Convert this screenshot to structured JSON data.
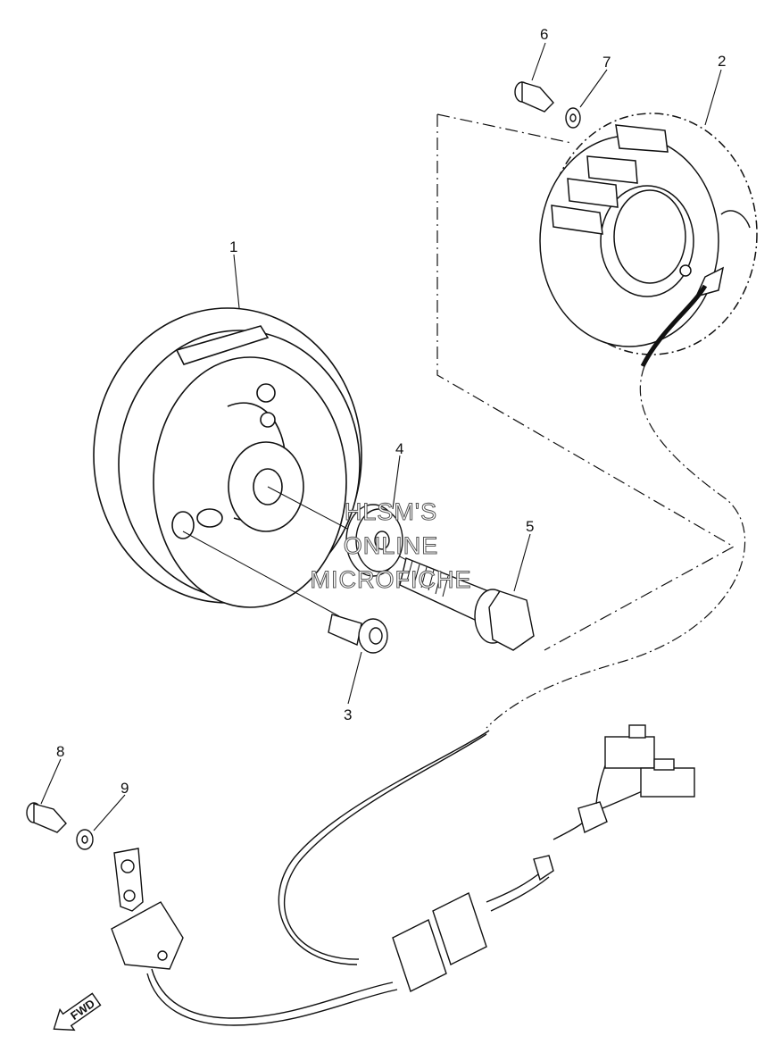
{
  "callouts": [
    {
      "id": "1",
      "label": "1"
    },
    {
      "id": "2",
      "label": "2"
    },
    {
      "id": "3",
      "label": "3"
    },
    {
      "id": "4",
      "label": "4"
    },
    {
      "id": "5",
      "label": "5"
    },
    {
      "id": "6",
      "label": "6"
    },
    {
      "id": "7",
      "label": "7"
    },
    {
      "id": "8",
      "label": "8"
    },
    {
      "id": "9",
      "label": "9"
    }
  ],
  "watermark": {
    "line1": "HLSM'S",
    "line2": "ONLINE",
    "line3": "MICROFICHE"
  },
  "direction_arrow": {
    "label": "FWD"
  },
  "colors": {
    "line": "#111111",
    "background": "#ffffff"
  }
}
